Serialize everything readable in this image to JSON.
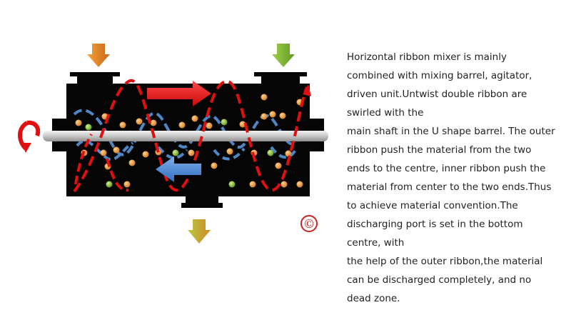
{
  "colors": {
    "background": "#ffffff",
    "barrel": "#050505",
    "shaft": "#c8c8c8",
    "outer_ribbon": "#e01010",
    "inner_ribbon": "#4f86c6",
    "particle_orange": "#e8963a",
    "particle_green": "#7fb83a",
    "feed_arrow_left": "#f08a24",
    "feed_arrow_right": "#8bbf2e",
    "discharge_arrow": "#8fb03a",
    "copyright": "#cc2222"
  },
  "icons": {
    "inlet_left": "down-arrow-icon",
    "inlet_right": "down-arrow-icon",
    "outlet": "down-arrow-icon",
    "rotation": "curved-arrow-icon",
    "flow_outer": "right-arrow-icon",
    "flow_inner": "left-arrow-icon",
    "copyright": "copyright-icon"
  },
  "copyright_symbol": "©",
  "description_lines": [
    "Horizontal ribbon mixer is mainly",
    "combined with mixing barrel, agitator,",
    "driven unit.Untwist double ribbon are",
    "swirled with the",
    "main shaft in the U shape barrel. The outer",
    "ribbon push the material from the two",
    "ends to the centre, inner ribbon push the",
    "material from center to the two ends.Thus",
    "to achieve material convention.The",
    "discharging port is set in the bottom",
    "centre, with",
    "the help of the outer ribbon,the material",
    "can be discharged completely, and no",
    "dead zone."
  ]
}
